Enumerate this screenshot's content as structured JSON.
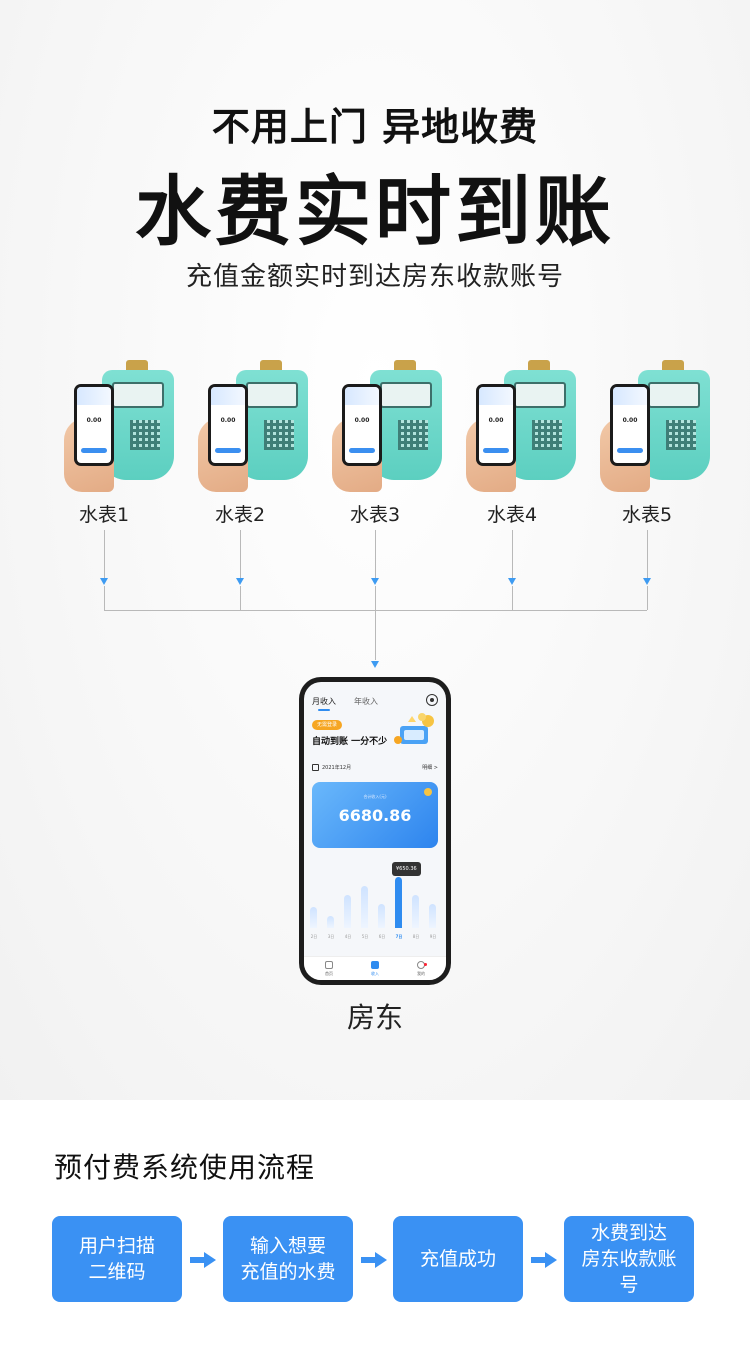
{
  "header": {
    "subhead": "不用上门 异地收费",
    "headline": "水费实时到账",
    "tagline": "充值金额实时到达房东收款账号"
  },
  "meters": [
    {
      "label": "水表1",
      "phone_value": "0.00"
    },
    {
      "label": "水表2",
      "phone_value": "0.00"
    },
    {
      "label": "水表3",
      "phone_value": "0.00"
    },
    {
      "label": "水表4",
      "phone_value": "0.00"
    },
    {
      "label": "水表5",
      "phone_value": "0.00"
    }
  ],
  "phone": {
    "tab_month": "月收入",
    "tab_year": "年收入",
    "badge": "无需登录",
    "slogan": "自动到账 一分不少",
    "date": "2021年12月",
    "detail_link": "明细 >",
    "card_label": "合计收入(元)",
    "card_value": "6680.86",
    "tooltip": "¥650.36",
    "bar_days": [
      "2日",
      "3日",
      "4日",
      "5日",
      "6日",
      "7日",
      "8日",
      "9日"
    ],
    "bar_levels": [
      0.35,
      0.2,
      0.55,
      0.7,
      0.4,
      0.85,
      0.55,
      0.4
    ],
    "active_day_index": 5,
    "nav": {
      "home": "首页",
      "income": "收入",
      "mine": "我的"
    }
  },
  "landlord_label": "房东",
  "process": {
    "title": "预付费系统使用流程",
    "steps": [
      {
        "line1": "用户扫描",
        "line2": "二维码"
      },
      {
        "line1": "输入想要",
        "line2": "充值的水费"
      },
      {
        "line1": "充值成功",
        "line2": ""
      },
      {
        "line1": "水费到达",
        "line2": "房东收款账号"
      }
    ]
  },
  "colors": {
    "accent": "#3a91f3",
    "meter": "#5ccfc0",
    "connector_arrow": "#3e9bf2"
  }
}
